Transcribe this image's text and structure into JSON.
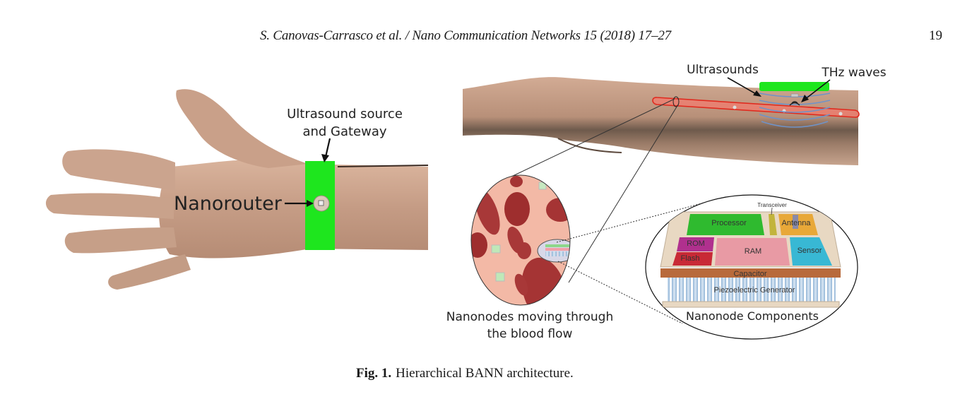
{
  "header": {
    "running_head": "S. Canovas-Carrasco et al. / Nano Communication Networks 15 (2018) 17–27",
    "page_number": "19"
  },
  "figure": {
    "hand_panel": {
      "gateway_label_line1": "Ultrasound source",
      "gateway_label_line2": "and Gateway",
      "nanorouter_label": "Nanorouter"
    },
    "forearm_panel": {
      "ultrasounds_label": "Ultrasounds",
      "thz_label": "THz waves"
    },
    "blood_panel": {
      "caption_line1": "Nanonodes moving through",
      "caption_line2": "the blood flow"
    },
    "nanonode_panel": {
      "title": "Nanonode Components",
      "components": {
        "transceiver": "Transceiver",
        "processor": "Processor",
        "antenna": "Antenna",
        "rom": "ROM",
        "flash": "Flash",
        "ram": "RAM",
        "sensor": "Sensor",
        "capacitor": "Capacitor",
        "piezo": "Piezoelectric Generator"
      }
    },
    "colors": {
      "skin": "#c9a18a",
      "band_green": "#22e022",
      "vessel_red": "#e8453a",
      "blood_bg": "#f2b8a4",
      "rbc": "#a83a3a"
    }
  },
  "caption": {
    "label": "Fig. 1.",
    "text": "Hierarchical BANN architecture."
  }
}
